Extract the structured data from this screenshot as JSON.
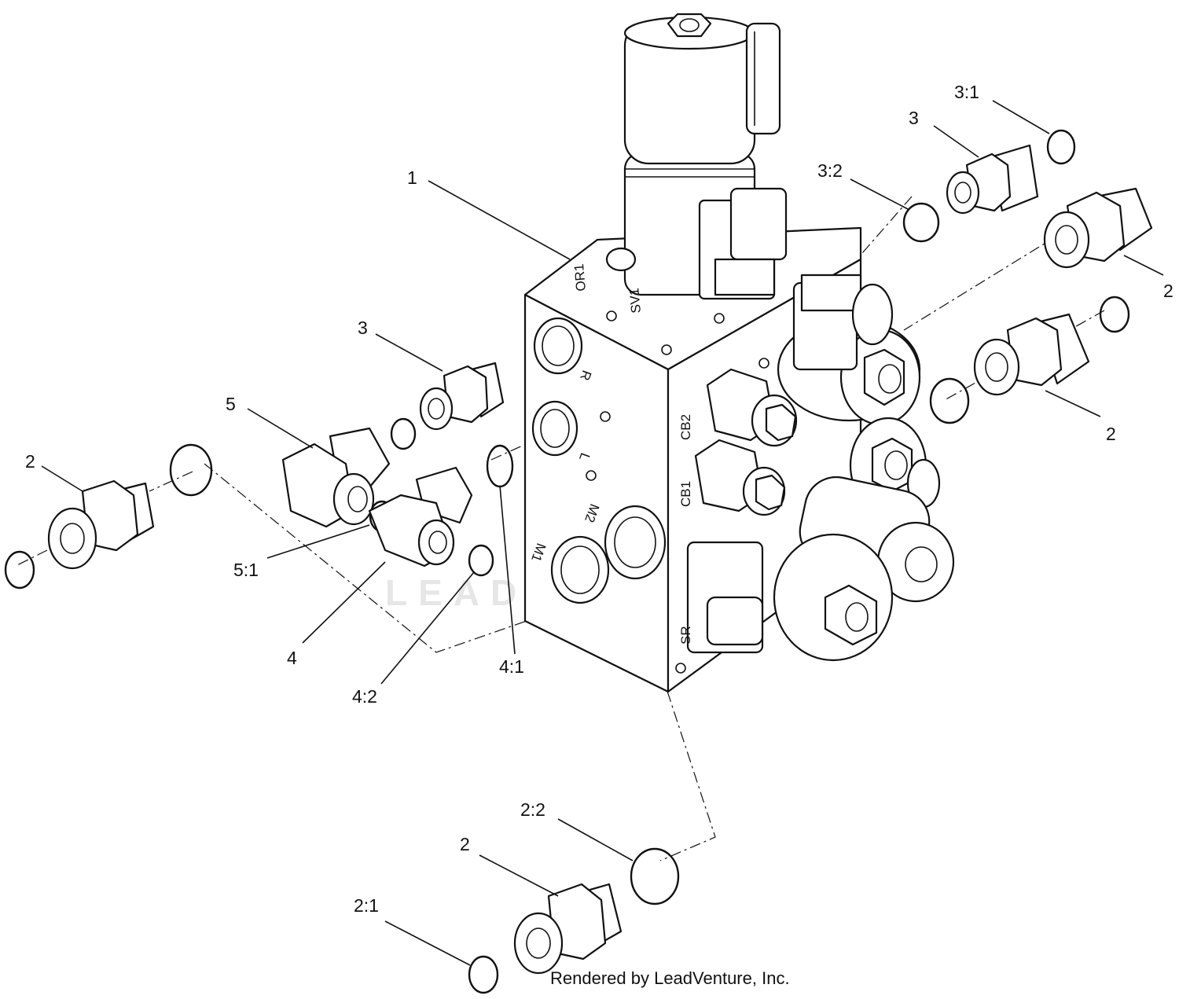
{
  "callouts": {
    "c1": "1",
    "c2_right_top": "2",
    "c2_right_mid": "2",
    "c2_left": "2",
    "c2_bottom": "2",
    "c21": "2:1",
    "c22": "2:2",
    "c3_top": "3",
    "c3_left": "3",
    "c31": "3:1",
    "c32": "3:2",
    "c4": "4",
    "c41": "4:1",
    "c42": "4:2",
    "c5": "5",
    "c51": "5:1"
  },
  "port_labels": {
    "or1": "OR1",
    "sv1": "SV1",
    "r": "R",
    "l": "L",
    "m1": "M1",
    "m2": "M2",
    "cb1": "CB1",
    "cb2": "CB2",
    "sr": "SR"
  },
  "watermark": "LEADVENTURE",
  "credit": "Rendered by LeadVenture, Inc."
}
